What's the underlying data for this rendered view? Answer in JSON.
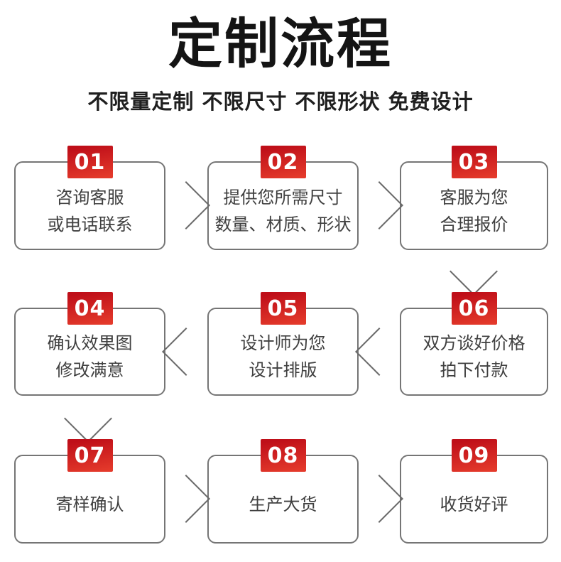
{
  "page": {
    "title": "定制流程",
    "subtitle": "不限量定制 不限尺寸 不限形状 免费设计"
  },
  "colors": {
    "badge_red_top": "#bf0f19",
    "badge_red_bottom": "#e43a2b",
    "card_border": "#757575",
    "card_text": "#404040",
    "arrow_gray": "#6a6a6a",
    "title_black": "#141414"
  },
  "steps": [
    {
      "num": "01",
      "text": "咨询客服\n或电话联系"
    },
    {
      "num": "02",
      "text": "提供您所需尺寸\n数量、材质、形状"
    },
    {
      "num": "03",
      "text": "客服为您\n合理报价"
    },
    {
      "num": "04",
      "text": "确认效果图\n修改满意"
    },
    {
      "num": "05",
      "text": "设计师为您\n设计排版"
    },
    {
      "num": "06",
      "text": "双方谈好价格\n拍下付款"
    },
    {
      "num": "07",
      "text": "寄样确认"
    },
    {
      "num": "08",
      "text": "生产大货"
    },
    {
      "num": "09",
      "text": "收货好评"
    }
  ],
  "flow_arrows": [
    {
      "from": "01",
      "to": "02",
      "direction": "right"
    },
    {
      "from": "02",
      "to": "03",
      "direction": "right"
    },
    {
      "from": "03",
      "to": "06",
      "direction": "down"
    },
    {
      "from": "06",
      "to": "05",
      "direction": "left"
    },
    {
      "from": "05",
      "to": "04",
      "direction": "left"
    },
    {
      "from": "04",
      "to": "07",
      "direction": "down"
    },
    {
      "from": "07",
      "to": "08",
      "direction": "right"
    },
    {
      "from": "08",
      "to": "09",
      "direction": "right"
    }
  ]
}
